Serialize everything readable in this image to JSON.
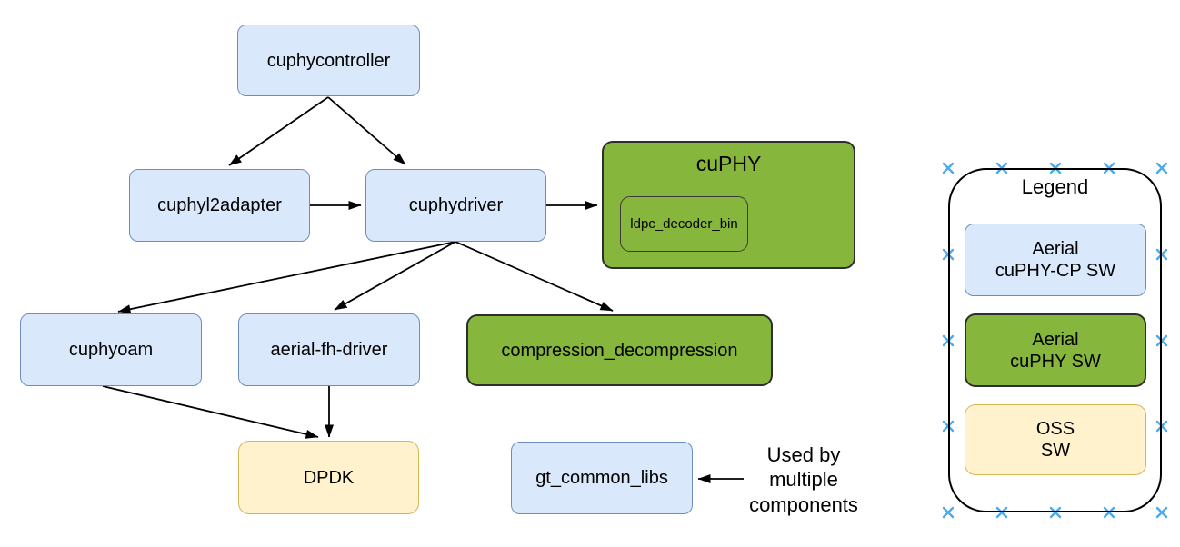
{
  "diagram": {
    "nodes": {
      "cuphycontroller": "cuphycontroller",
      "cuphyl2adapter": "cuphyl2adapter",
      "cuphydriver": "cuphydriver",
      "cuphy": "cuPHY",
      "ldpc_decoder_bin": "ldpc_decoder_bin",
      "cuphyoam": "cuphyoam",
      "aerial_fh_driver": "aerial-fh-driver",
      "compression_decompression": "compression_decompression",
      "dpdk": "DPDK",
      "gt_common_libs": "gt_common_libs"
    },
    "annotation": "Used by\nmultiple\ncomponents"
  },
  "legend": {
    "title": "Legend",
    "items": [
      {
        "label": "Aerial\ncuPHY-CP SW"
      },
      {
        "label": "Aerial\ncuPHY SW"
      },
      {
        "label": "OSS\nSW"
      }
    ]
  },
  "colors": {
    "aerial_cuphy_cp_sw_fill": "#dae8fc",
    "aerial_cuphy_cp_sw_stroke": "#6c8ebf",
    "aerial_cuphy_sw_fill": "#86b63c",
    "aerial_cuphy_sw_stroke": "#2e2e2e",
    "oss_sw_fill": "#fff2cc",
    "oss_sw_stroke": "#d6b656",
    "connection_cross": "#4aabec",
    "edge": "#000000"
  }
}
